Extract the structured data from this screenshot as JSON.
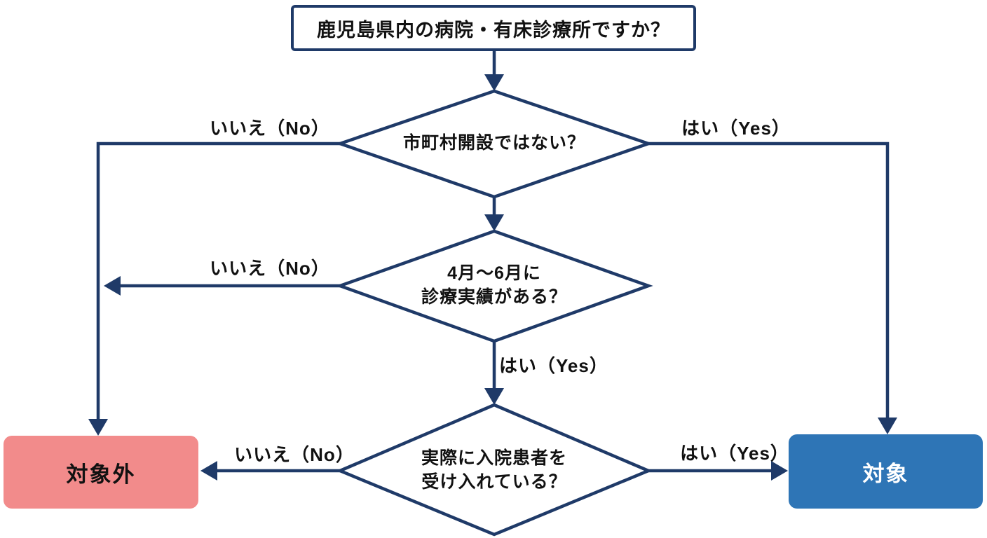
{
  "diagram": {
    "type": "flowchart",
    "language": "ja",
    "colors": {
      "line": "#1f3a68",
      "reject_fill": "#f28b8b",
      "accept_fill": "#2e75b6",
      "node_fill": "#ffffff",
      "text": "#111111",
      "accept_text": "#ffffff"
    },
    "nodes": {
      "start": {
        "type": "process",
        "label": "鹿児島県内の病院・有床診療所ですか？"
      },
      "q1": {
        "type": "decision",
        "label": "市町村開設ではない？"
      },
      "q2": {
        "type": "decision",
        "label": "4月〜6月に\n診療実績がある？"
      },
      "q3": {
        "type": "decision",
        "label": "実際に入院患者を\n受け入れている？"
      },
      "reject": {
        "type": "terminal",
        "label": "対象外"
      },
      "accept": {
        "type": "terminal",
        "label": "対象"
      }
    },
    "edge_labels": {
      "q1_no": "いいえ（No）",
      "q1_yes": "はい（Yes）",
      "q2_no": "いいえ（No）",
      "q2_yes": "はい（Yes）",
      "q3_no": "いいえ（No）",
      "q3_yes": "はい（Yes）"
    },
    "flow": {
      "start_to_q1": "down",
      "q1_no_target": "reject",
      "q1_yes_target": "accept",
      "q2_no_target": "reject",
      "q2_yes_target": "q3",
      "q3_no_target": "reject",
      "q3_yes_target": "accept"
    }
  }
}
